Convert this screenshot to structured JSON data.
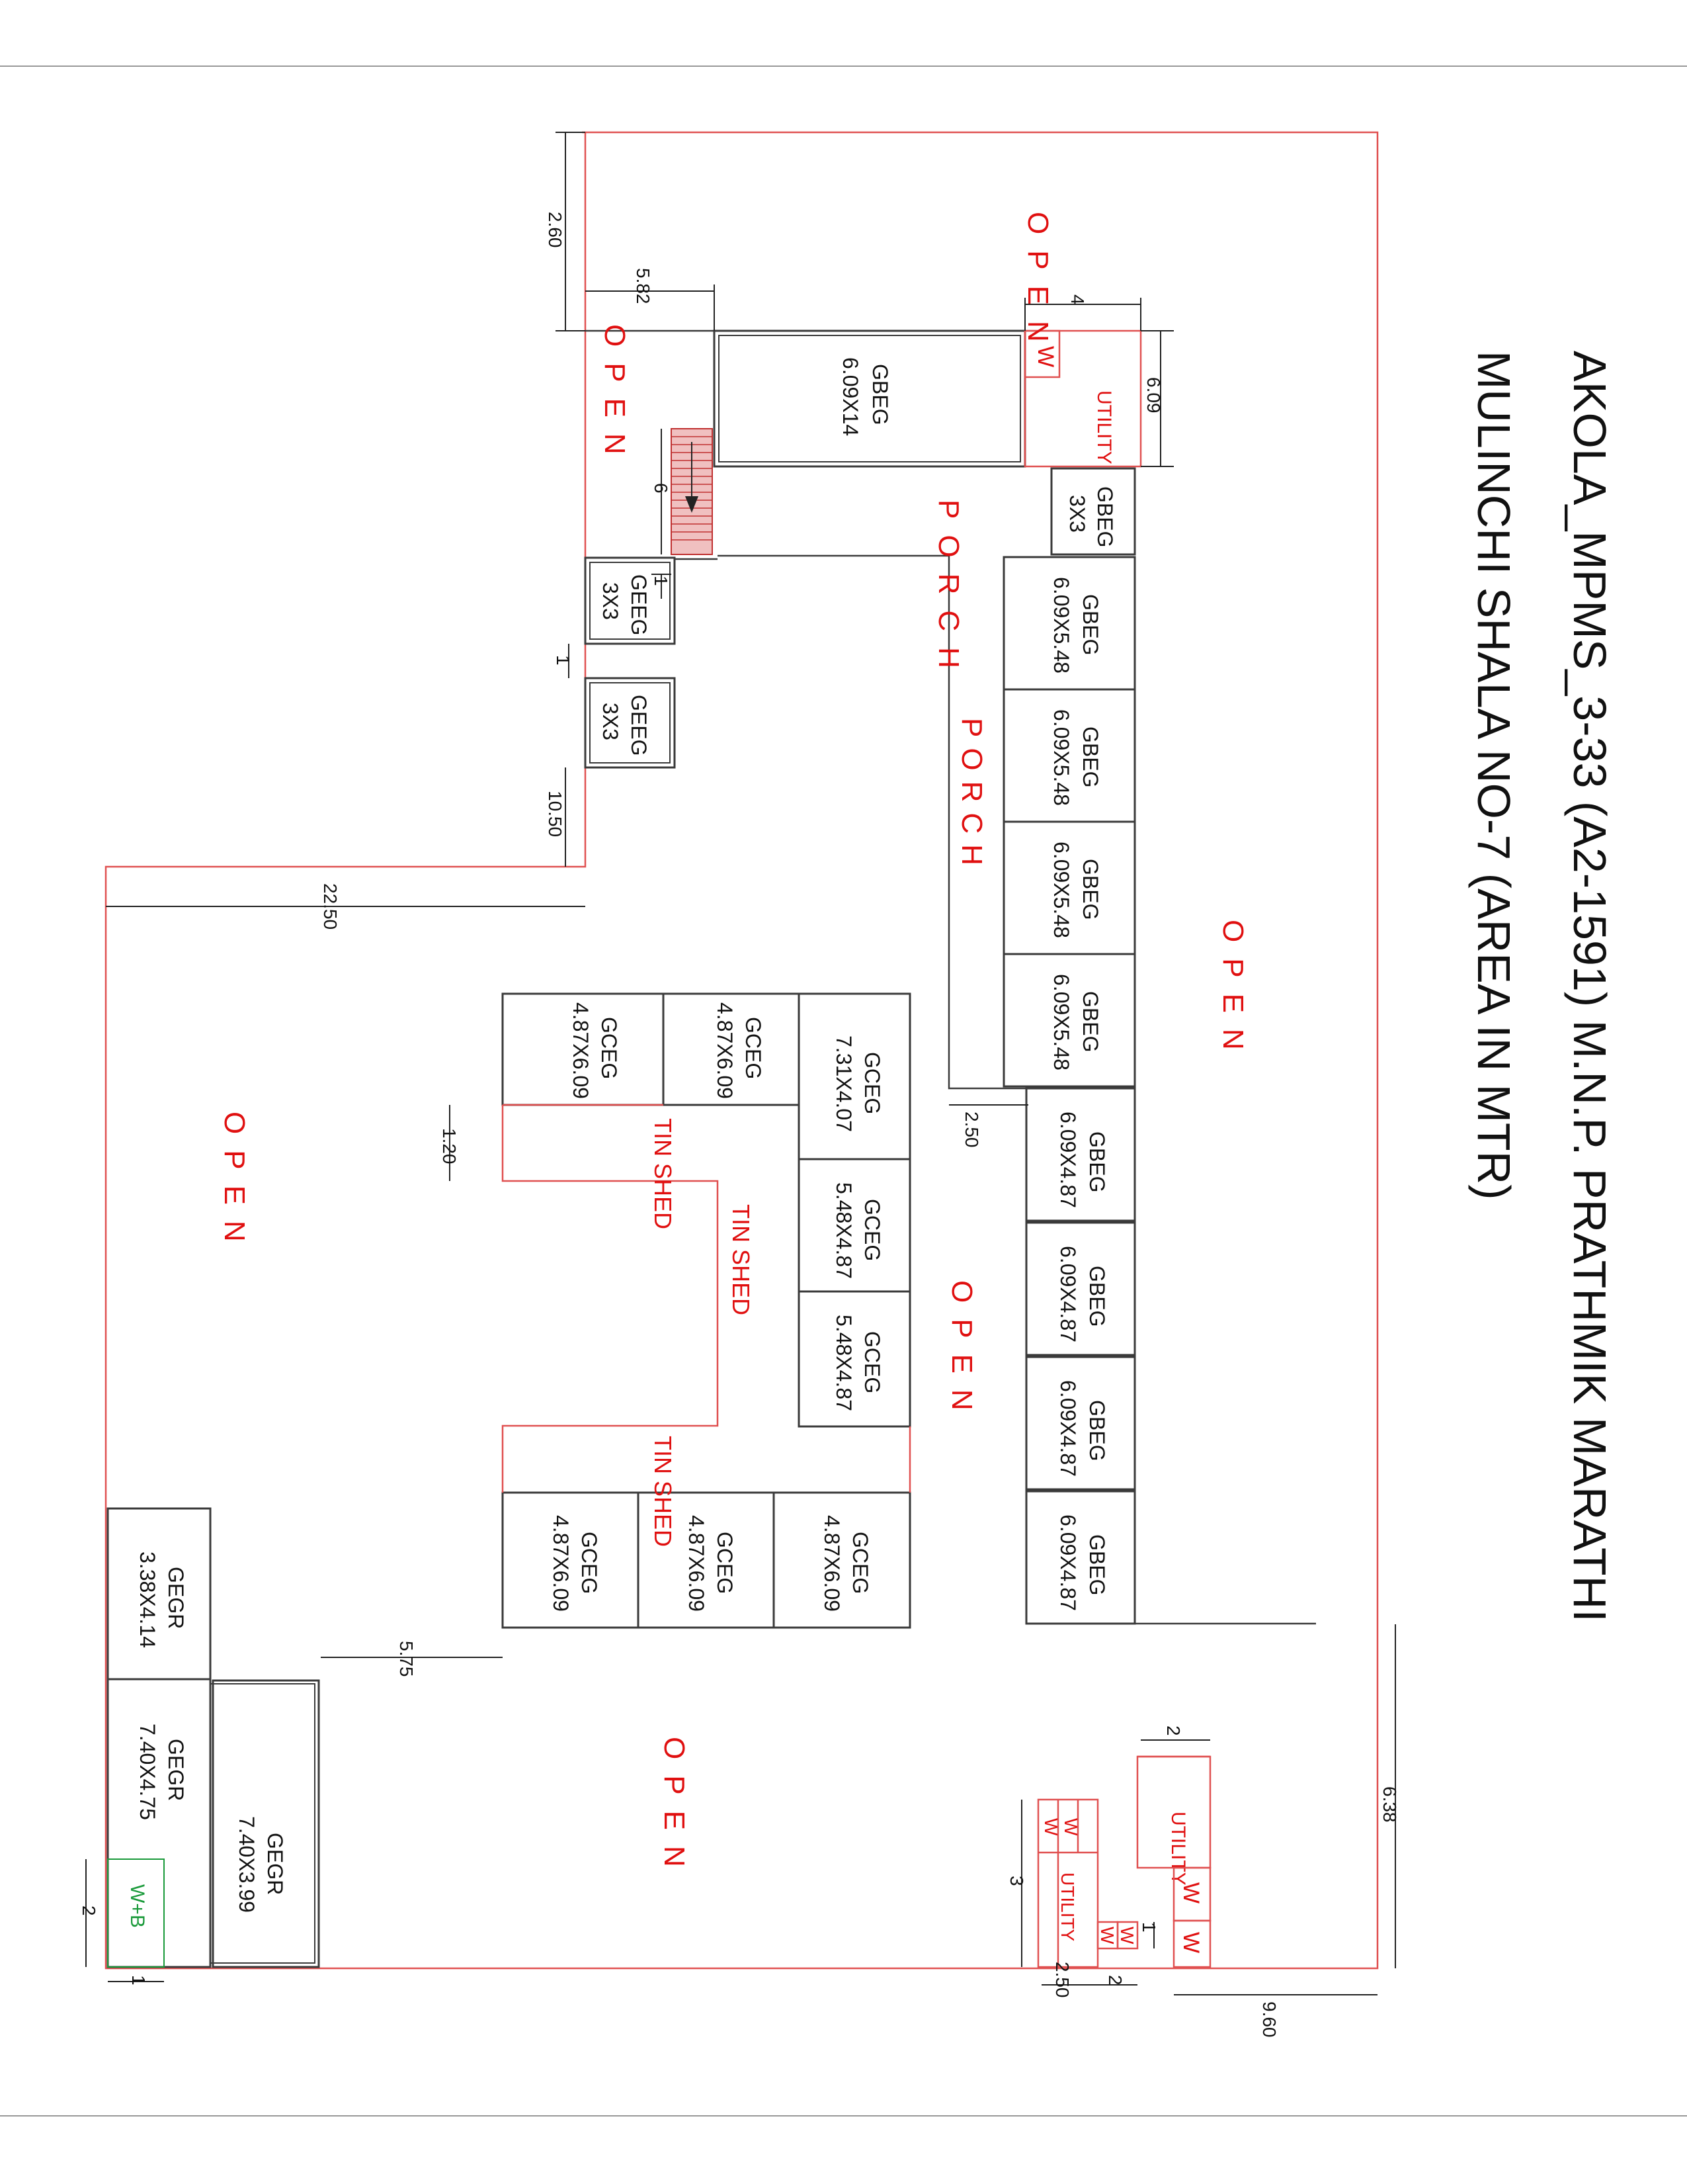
{
  "title": {
    "line1": "AKOLA_MPMS_3-33 (A2-1591) M.N.P. PRATHMIK MARATHI",
    "line2": "MULINCHI SHALA NO-7 (AREA IN MTR)"
  },
  "colors": {
    "red": "#e01010",
    "green": "#1a9a3a",
    "border": "#3a3a3a"
  },
  "zones": {
    "open1": "OPEN",
    "open2": "OPEN",
    "open3": "OPEN",
    "open4": "OPEN",
    "open5": "OPEN",
    "open6": "OPEN",
    "porch1": "PORCH",
    "porch2": "PORCH",
    "tinshed_top": "TIN SHED",
    "tinshed_mid": "TIN SHED",
    "tinshed_bot": "TIN SHED"
  },
  "rooms": {
    "gbeg_main": {
      "code": "GBEG",
      "size": "6.09X14"
    },
    "gbeg_3x3": {
      "code": "GBEG",
      "size": "3X3"
    },
    "gbeg_548_1": {
      "code": "GBEG",
      "size": "6.09X5.48"
    },
    "gbeg_548_2": {
      "code": "GBEG",
      "size": "6.09X5.48"
    },
    "gbeg_548_3": {
      "code": "GBEG",
      "size": "6.09X5.48"
    },
    "gbeg_548_4": {
      "code": "GBEG",
      "size": "6.09X5.48"
    },
    "gbeg_487_1": {
      "code": "GBEG",
      "size": "6.09X4.87"
    },
    "gbeg_487_2": {
      "code": "GBEG",
      "size": "6.09X4.87"
    },
    "gbeg_487_3": {
      "code": "GBEG",
      "size": "6.09X4.87"
    },
    "gbeg_487_4": {
      "code": "GBEG",
      "size": "6.09X4.87"
    },
    "geeg_1": {
      "code": "GEEG",
      "size": "3X3"
    },
    "geeg_2": {
      "code": "GEEG",
      "size": "3X3"
    },
    "gceg_a": {
      "code": "GCEG",
      "size": "4.87X6.09"
    },
    "gceg_b": {
      "code": "GCEG",
      "size": "4.87X6.09"
    },
    "gceg_c": {
      "code": "GCEG",
      "size": "7.31X4.07"
    },
    "gceg_d": {
      "code": "GCEG",
      "size": "5.48X4.87"
    },
    "gceg_e": {
      "code": "GCEG",
      "size": "5.48X4.87"
    },
    "gceg_f": {
      "code": "GCEG",
      "size": "4.87X6.09"
    },
    "gceg_g": {
      "code": "GCEG",
      "size": "4.87X6.09"
    },
    "gceg_h": {
      "code": "GCEG",
      "size": "4.87X6.09"
    },
    "gegr_a": {
      "code": "GEGR",
      "size": "3.38X4.14"
    },
    "gegr_b": {
      "code": "GEGR",
      "size": "7.40X4.75"
    },
    "gegr_c": {
      "code": "GEGR",
      "size": "7.40X3.99"
    }
  },
  "small_units": {
    "utility_top": "UTILITY",
    "w_top": "W",
    "utility_right": "UTILITY",
    "w_right1": "W",
    "w_right2": "W",
    "utility_bottom": "UTILITY",
    "w_bottom1": "W",
    "w_bottom2": "W",
    "w_small1": "W",
    "w_small2": "W",
    "wb": "W+B"
  },
  "dimensions": {
    "d_260": "2.60",
    "d_582": "5.82",
    "d_4": "4",
    "d_609": "6.09",
    "d_6": "6",
    "d_1a": "1",
    "d_1b": "1",
    "d_1050": "10.50",
    "d_2250": "22.50",
    "d_250": "2.50",
    "d_120": "1.20",
    "d_575": "5.75",
    "d_638": "6.38",
    "d_960": "9.60",
    "d_2a": "2",
    "d_3": "3",
    "d_1c": "1",
    "d_2b": "2",
    "d_250b": "2.50",
    "d_2c": "2",
    "d_1d": "1"
  }
}
